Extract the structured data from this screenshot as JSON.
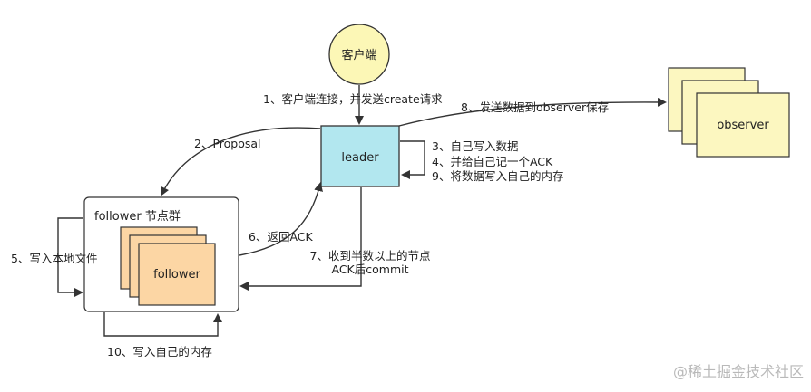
{
  "nodes": {
    "client": "客户端",
    "leader": "leader",
    "observer": "observer",
    "follower_group": "follower 节点群",
    "follower": "follower"
  },
  "labels": {
    "step1": "1、客户端连接，并发送create请求",
    "step2": "2、Proposal",
    "step3": "3、自己写入数据",
    "step4": "4、并给自己记一个ACK",
    "step9": "9、将数据写入自己的内存",
    "step5": "5、写入本地文件",
    "step6": "6、返回ACK",
    "step7_line1": "7、收到半数以上的节点",
    "step7_line2": "ACK后commit",
    "step8": "8、发送数据到observer保存",
    "step10": "10、写入自己的内存"
  },
  "watermark": "@稀土掘金技术社区",
  "colors": {
    "client_fill": "#fcf7b6",
    "leader_fill": "#b2e7ef",
    "observer_fill": "#fcf7c0",
    "follower_fill": "#fcd6a4",
    "stroke": "#333333"
  }
}
